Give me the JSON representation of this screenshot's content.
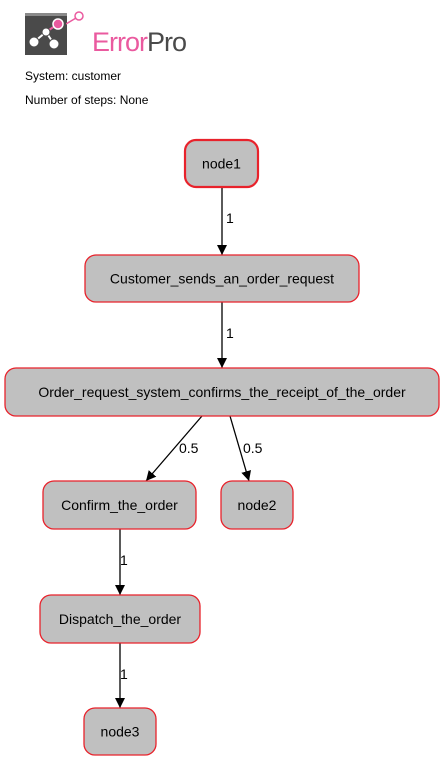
{
  "header": {
    "logo_prefix": "Error",
    "logo_suffix": "Pro",
    "system_text": "System: customer",
    "steps_text": "Number of steps: None"
  },
  "colors": {
    "node_fill": "#c0c0c0",
    "node_border": "#e8222b",
    "edge": "#000000",
    "logo_pink": "#ea5a9f",
    "logo_gray": "#4a4a4a"
  },
  "diagram": {
    "nodes": [
      {
        "id": "node1",
        "label": "node1",
        "start": true
      },
      {
        "id": "customer-sends",
        "label": "Customer_sends_an_order_request"
      },
      {
        "id": "order-request-confirms",
        "label": "Order_request_system_confirms_the_receipt_of_the_order"
      },
      {
        "id": "confirm-order",
        "label": "Confirm_the_order"
      },
      {
        "id": "node2",
        "label": "node2"
      },
      {
        "id": "dispatch-order",
        "label": "Dispatch_the_order"
      },
      {
        "id": "node3",
        "label": "node3"
      }
    ],
    "edges": [
      {
        "from": "node1",
        "to": "customer-sends",
        "label": "1"
      },
      {
        "from": "customer-sends",
        "to": "order-request-confirms",
        "label": "1"
      },
      {
        "from": "order-request-confirms",
        "to": "confirm-order",
        "label": "0.5"
      },
      {
        "from": "order-request-confirms",
        "to": "node2",
        "label": "0.5"
      },
      {
        "from": "confirm-order",
        "to": "dispatch-order",
        "label": "1"
      },
      {
        "from": "dispatch-order",
        "to": "node3",
        "label": "1"
      }
    ]
  }
}
